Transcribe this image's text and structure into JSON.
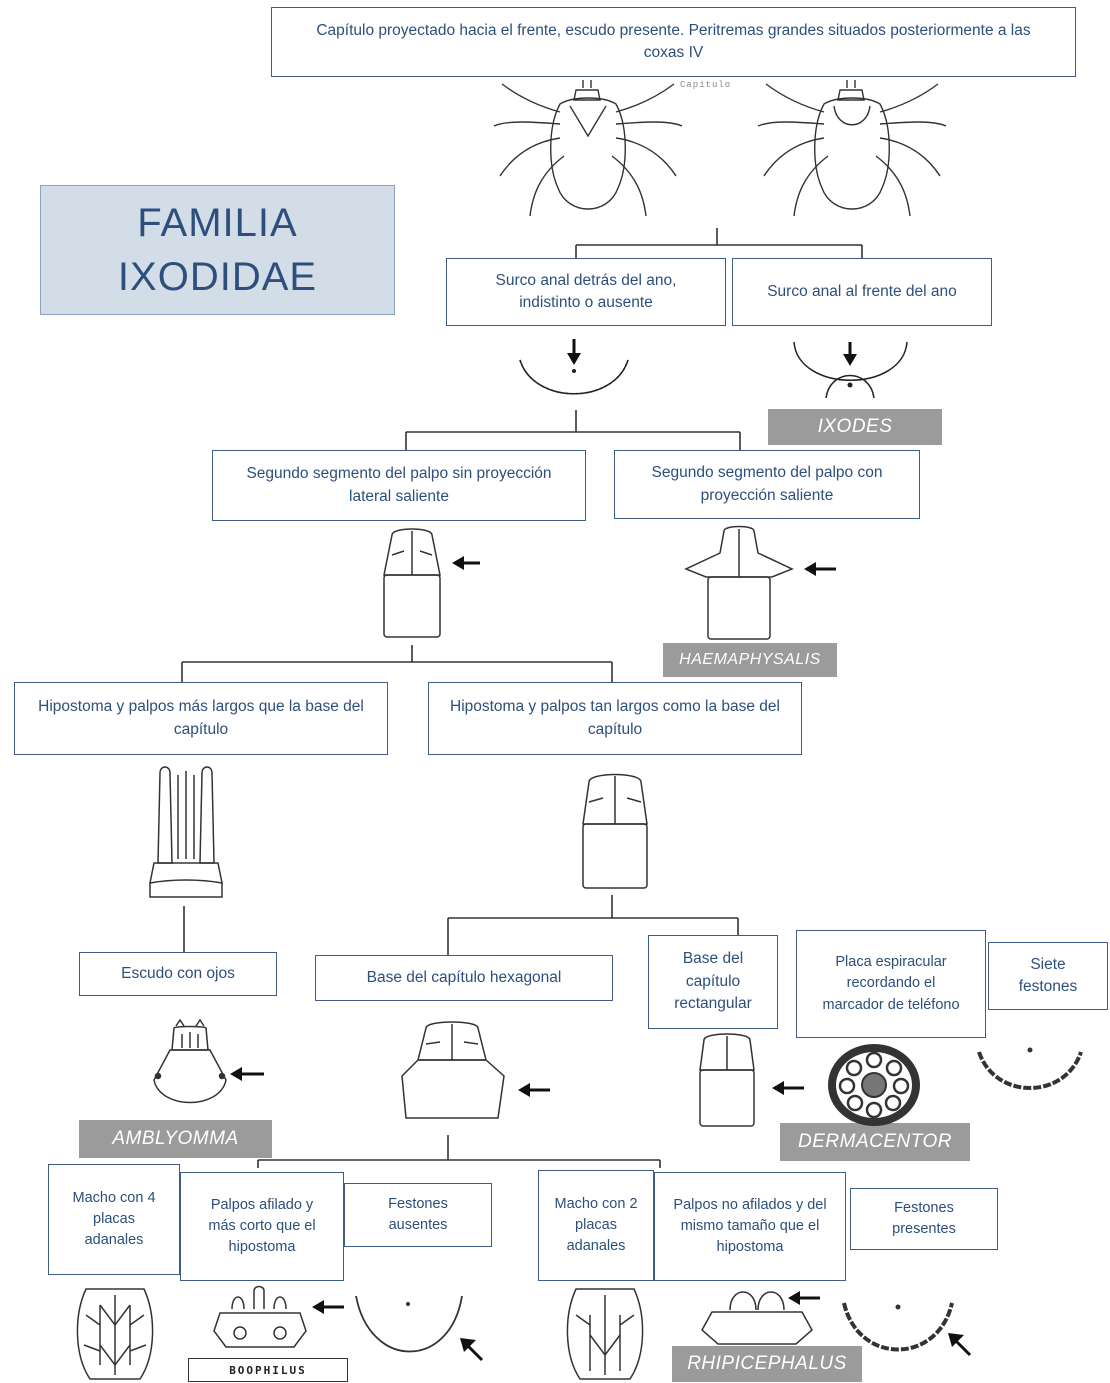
{
  "title": {
    "line1": "FAMILIA",
    "line2": "IXODIDAE"
  },
  "labels": {
    "top": "Capítulo proyectado hacia el frente, escudo presente. Peritremas grandes situados posteriormente a las coxas IV",
    "capitulo_caption": "Capitulo",
    "surco_detras": "Surco anal detrás del ano, indistinto o ausente",
    "surco_frente": "Surco anal al frente del ano",
    "segmento_sin": "Segundo segmento del palpo sin proyección lateral saliente",
    "segmento_con": "Segundo segmento del palpo con proyección saliente",
    "hipostoma_largos": "Hipostoma y palpos más largos que la base del capítulo",
    "hipostoma_tan": "Hipostoma y palpos tan largos como la base del capítulo",
    "escudo_ojos": "Escudo con ojos",
    "base_hexagonal": "Base del capítulo hexagonal",
    "base_rectangular": "Base del capítulo rectangular",
    "placa_espiracular": "Placa espiracular recordando el marcador de teléfono",
    "siete_festones": "Siete festones",
    "macho_4": "Macho con 4 placas adanales",
    "palpos_afilado": "Palpos afilado y más corto que el hipostoma",
    "festones_ausentes": "Festones ausentes",
    "macho_2": "Macho con 2 placas adanales",
    "palpos_no_afilados": "Palpos no afilados y del mismo tamaño que el hipostoma",
    "festones_presentes": "Festones presentes"
  },
  "genera": {
    "ixodes": "IXODES",
    "haemaphysalis": "HAEMAPHYSALIS",
    "amblyomma": "AMBLYOMMA",
    "dermacentor": "DERMACENTOR",
    "boophilus": "BOOPHILUS",
    "rhipicephalus": "RHIPICEPHALUS"
  },
  "colors": {
    "box_border": "#3e5c86",
    "box_text": "#2d4f7c",
    "title_background": "#d3dde8",
    "genus_background": "#9b9b9b",
    "drawing_line": "#333333"
  },
  "icons": [
    "tick-dorsal-icon",
    "tick-dorsal-icon",
    "anal-groove-behind-icon",
    "anal-groove-front-icon",
    "capitulum-icon",
    "capitulum-projecting-icon",
    "capitulum-long-icon",
    "capitulum-icon",
    "amblyomma-body-icon",
    "capitulum-hexagonal-icon",
    "capitulum-rectangular-icon",
    "spiracular-plate-icon",
    "festoons-icon",
    "male-ventral-icon",
    "boophilus-capitulum-icon",
    "no-festoons-icon",
    "male-ventral-icon",
    "rhipicephalus-capitulum-icon",
    "festoons-icon"
  ]
}
